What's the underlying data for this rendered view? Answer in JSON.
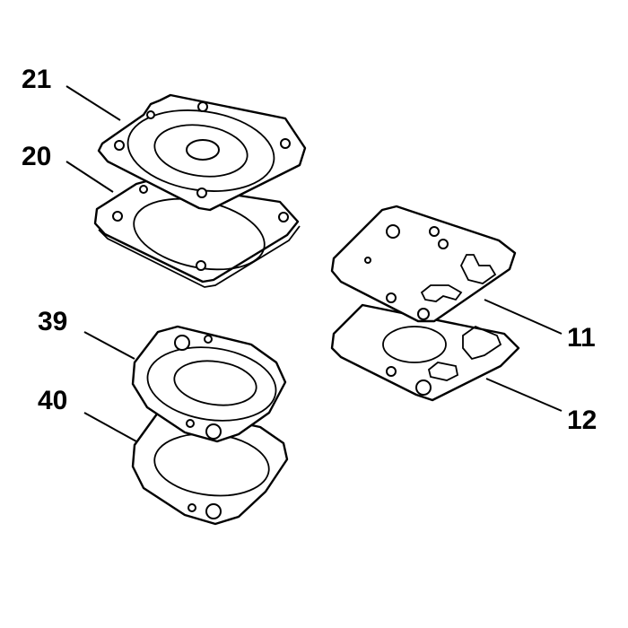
{
  "callouts": {
    "c21": "21",
    "c20": "20",
    "c11": "11",
    "c12": "12",
    "c39": "39",
    "c40": "40"
  },
  "colors": {
    "line": "#000000",
    "background": "#ffffff"
  }
}
